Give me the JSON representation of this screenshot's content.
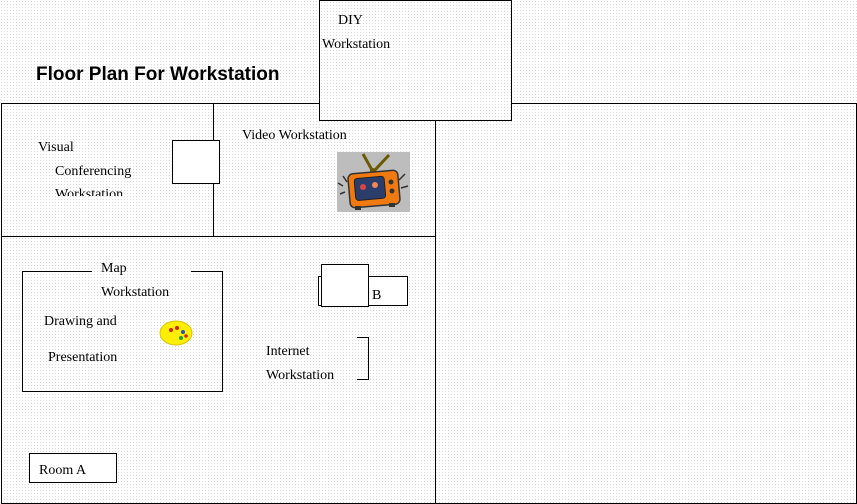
{
  "title": "Floor Plan For Workstation",
  "diy": {
    "line1": "DIY",
    "line2": "Workstation"
  },
  "visual": {
    "line1": "Visual",
    "line2": "Conferencing",
    "line3": "Workstation"
  },
  "video": {
    "label": "Video Workstation",
    "icon": "tv-icon"
  },
  "map": {
    "line1": "Map",
    "line2": "Workstation"
  },
  "drawing": {
    "line1": "Drawing and",
    "line2": "Presentation",
    "icon": "palette-icon"
  },
  "internet": {
    "line1": "Internet",
    "line2": "Workstation"
  },
  "room_a": {
    "label": "Room A"
  },
  "room_b": {
    "label": "B"
  },
  "colors": {
    "tv_body": "#f07a10",
    "tv_antenna": "#6b5a00",
    "palette": "#ffee00"
  }
}
